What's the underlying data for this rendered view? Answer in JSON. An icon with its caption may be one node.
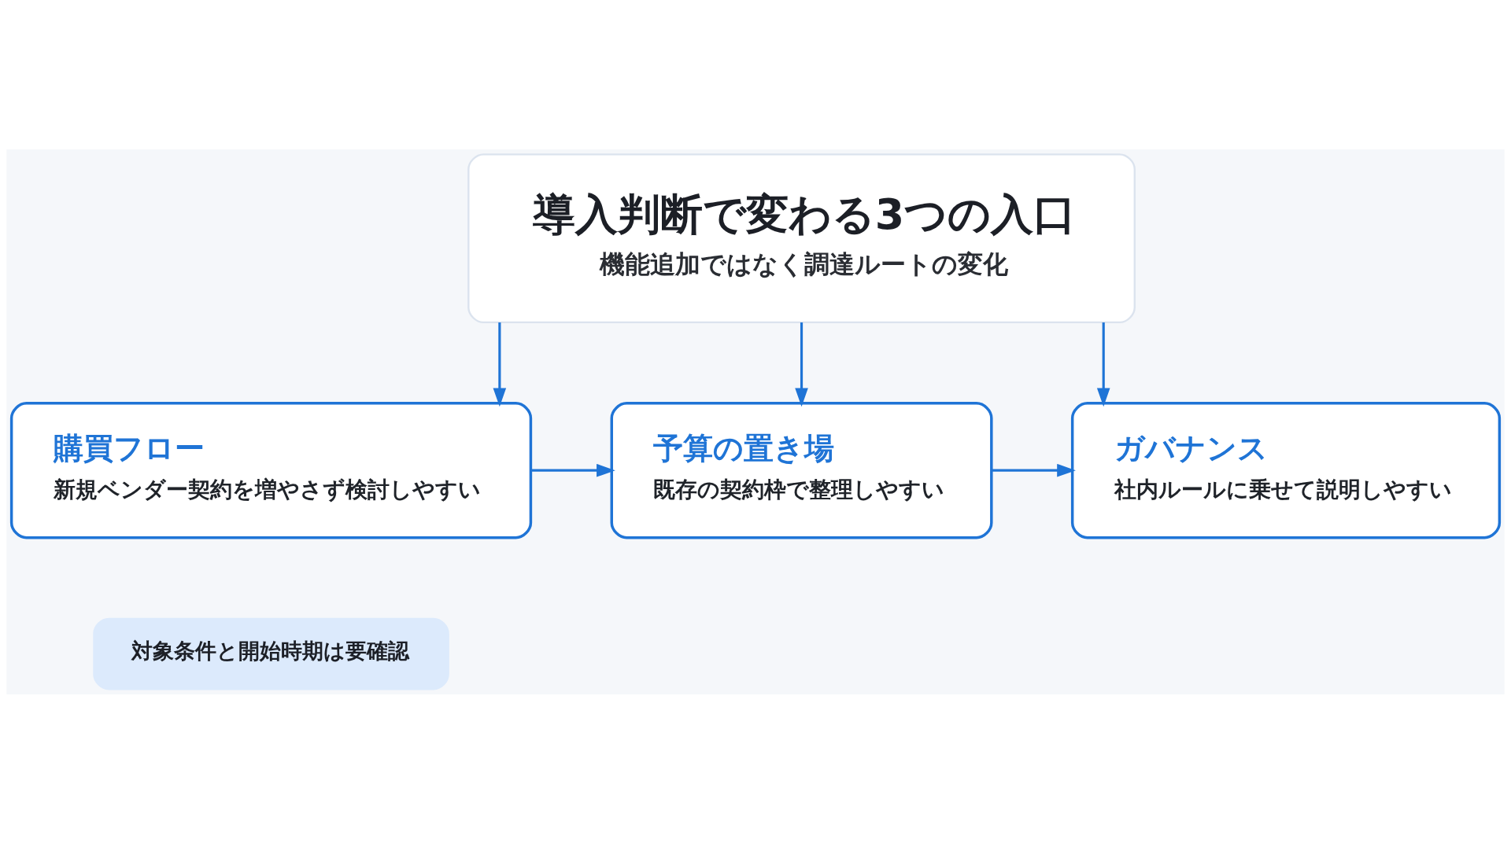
{
  "diagram": {
    "nodes": [
      {
        "text": [
          "導入判断で変わる3つの入口",
          "機能追加ではなく調達ルートの変化"
        ]
      },
      {
        "text": [
          "購買フロー",
          "新規ベンダー契約を増やさず検討しやすい"
        ]
      },
      {
        "text": [
          "予算の置き場",
          "既存の契約枠で整理しやすい"
        ]
      },
      {
        "text": [
          "ガバナンス",
          "社内ルールに乗せて説明しやすい"
        ]
      },
      {
        "text": [
          "対象条件と開始時期は要確認"
        ]
      }
    ],
    "edges": [
      {
        "from": 0,
        "to": 1,
        "arrow": "to"
      },
      {
        "from": 0,
        "to": 2,
        "arrow": "to"
      },
      {
        "from": 0,
        "to": 3,
        "arrow": "to"
      },
      {
        "from": 1,
        "to": 2,
        "arrow": "to"
      },
      {
        "from": 2,
        "to": 3,
        "arrow": "to"
      }
    ]
  }
}
